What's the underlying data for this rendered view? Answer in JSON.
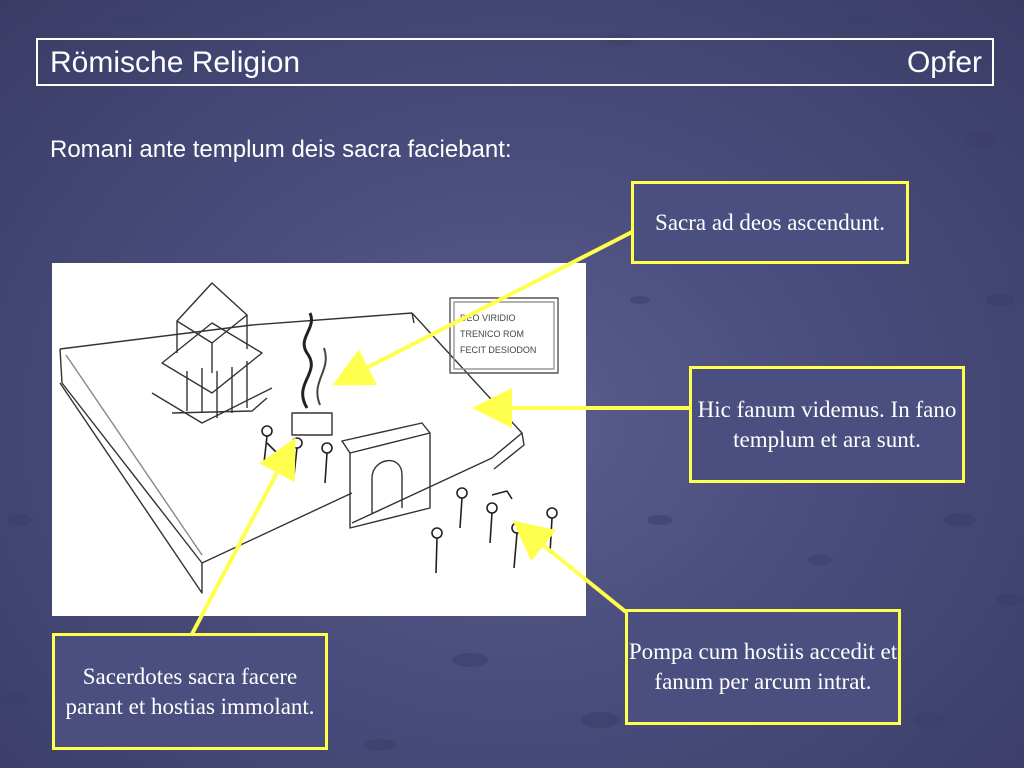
{
  "slide": {
    "title_left": "Römische Religion",
    "title_right": "Opfer",
    "subtitle": "Romani ante templum deis sacra faciebant:"
  },
  "illustration": {
    "inscription": [
      "DEO VIRIDIO",
      "TRENICO ROM",
      "FECIT DESIODON"
    ]
  },
  "callouts": {
    "smoke": "Sacra ad deos ascendunt.",
    "temple": "Hic fanum videmus. In fano templum et ara sunt.",
    "priests": "Sacerdotes sacra facere parant et hostias immolant.",
    "procession": "Pompa cum hostiis accedit et fanum per arcum intrat."
  },
  "colors": {
    "background": "#4a4d7c",
    "callout_border": "#ffff4d",
    "arrow": "#ffff4d",
    "title_text": "#ffffff"
  }
}
